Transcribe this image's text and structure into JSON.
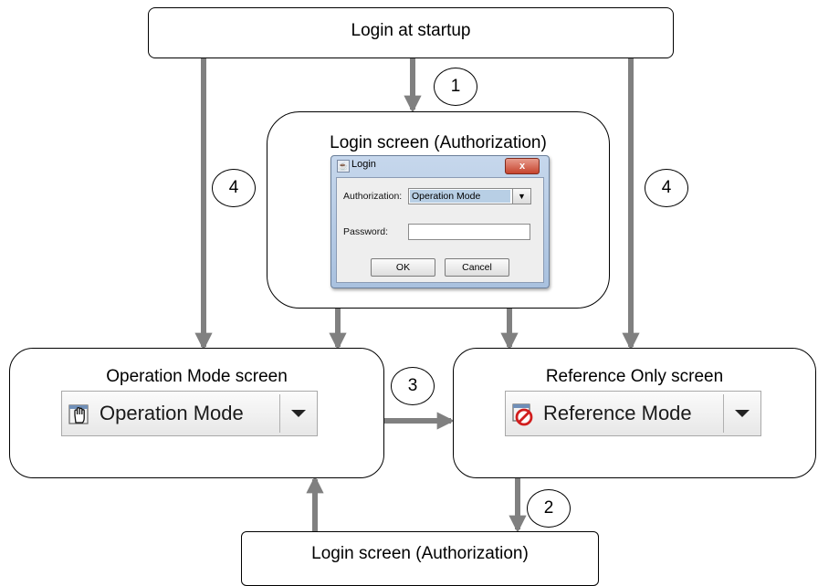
{
  "nodes": {
    "login_startup": "Login at startup",
    "login_screen": "Login screen (Authorization)",
    "operation_screen": "Operation Mode screen",
    "reference_screen": "Reference Only screen",
    "login_screen_bottom": "Login screen (Authorization)"
  },
  "step_labels": {
    "one": "1",
    "two": "2",
    "three": "3",
    "four_left": "4",
    "four_right": "4"
  },
  "login_dialog": {
    "title": "Login",
    "close_glyph": "x",
    "authorization_label": "Authorization:",
    "authorization_value": "Operation Mode",
    "password_label": "Password:",
    "ok_label": "OK",
    "cancel_label": "Cancel"
  },
  "operation_combo": {
    "label": "Operation Mode",
    "icon": "hand-icon"
  },
  "reference_combo": {
    "label": "Reference Mode",
    "icon": "no-entry-icon"
  },
  "colors": {
    "arrow": "#808080",
    "border": "#000000"
  }
}
